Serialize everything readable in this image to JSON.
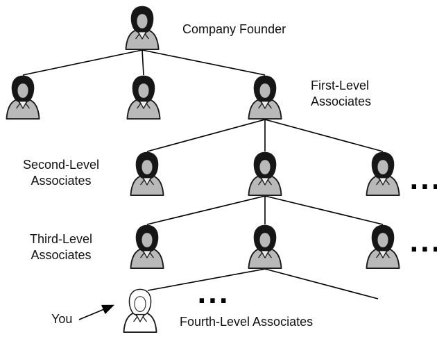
{
  "labels": {
    "founder": "Company Founder",
    "first_level": "First-Level Associates",
    "second_level": "Second-Level Associates",
    "third_level": "Third-Level Associates",
    "fourth_level": "Fourth-Level Associates",
    "you": "You",
    "ellipsis": "..."
  },
  "structure": {
    "type": "tree",
    "levels": [
      {
        "label": "Company Founder",
        "visible_nodes": 1
      },
      {
        "label": "First-Level Associates",
        "visible_nodes": 3
      },
      {
        "label": "Second-Level Associates",
        "visible_nodes": 3,
        "ellipsis": true
      },
      {
        "label": "Third-Level Associates",
        "visible_nodes": 3,
        "ellipsis": true
      },
      {
        "label": "Fourth-Level Associates",
        "visible_nodes": 1,
        "ellipsis": true,
        "you_marker": true
      }
    ]
  },
  "colors": {
    "icon_fill": "#b9b9b9",
    "icon_outline": "#1a1a1a",
    "you_icon_fill": "#ffffff",
    "line": "#000000",
    "text": "#111111",
    "background": "#ffffff"
  }
}
